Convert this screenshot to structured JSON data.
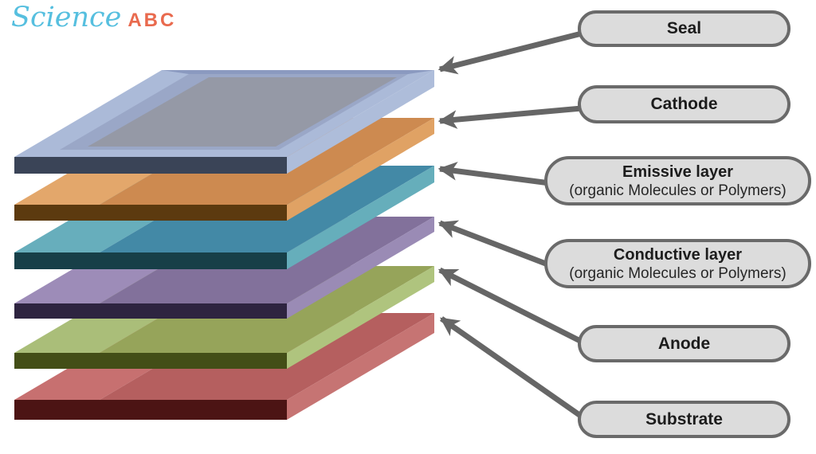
{
  "logo": {
    "science": "Science",
    "abc": "ABC",
    "science_color": "#56bfdf",
    "abc_color": "#e96a4e"
  },
  "callouts": [
    {
      "id": "seal",
      "title": "Seal",
      "subtitle": ""
    },
    {
      "id": "cathode",
      "title": "Cathode",
      "subtitle": ""
    },
    {
      "id": "emissive",
      "title": "Emissive layer",
      "subtitle": "(organic Molecules or Polymers)"
    },
    {
      "id": "conductive",
      "title": "Conductive layer",
      "subtitle": "(organic Molecules or Polymers)"
    },
    {
      "id": "anode",
      "title": "Anode",
      "subtitle": ""
    },
    {
      "id": "substrate",
      "title": "Substrate",
      "subtitle": ""
    }
  ],
  "style": {
    "arrow": "#666666",
    "callout_fill": "#dcdcdc",
    "callout_border": "#6a6a6a",
    "text": "#1c1c1c",
    "background": "#ffffff"
  },
  "layers": {
    "seal": {
      "name": "Seal",
      "top": "#abbad8",
      "wall": "#9aa7c7",
      "floor": "#9599a6",
      "back_rim": "#8b9ac0",
      "side": "#aebdda",
      "front": "#3a4457"
    },
    "cathode": {
      "name": "Cathode",
      "top_light": "#e3a76b",
      "top_dark": "#cd8a50",
      "side": "#e0a264",
      "front": "#5c3a0f"
    },
    "emissive": {
      "name": "Emissive layer",
      "top_light": "#67aebc",
      "top_dark": "#4389a6",
      "side": "#66aebb",
      "front": "#173f48"
    },
    "conductive": {
      "name": "Conductive layer",
      "top_light": "#9d8cb8",
      "top_dark": "#82719b",
      "side": "#9a8bb5",
      "front": "#2e2440"
    },
    "anode": {
      "name": "Anode",
      "top_light": "#aabe79",
      "top_dark": "#96a45a",
      "side": "#afc47e",
      "front": "#434e17"
    },
    "substrate": {
      "name": "Substrate",
      "top_light": "#c77070",
      "top_dark": "#b55f5f",
      "side": "#c67473",
      "front": "#4c1414"
    }
  }
}
